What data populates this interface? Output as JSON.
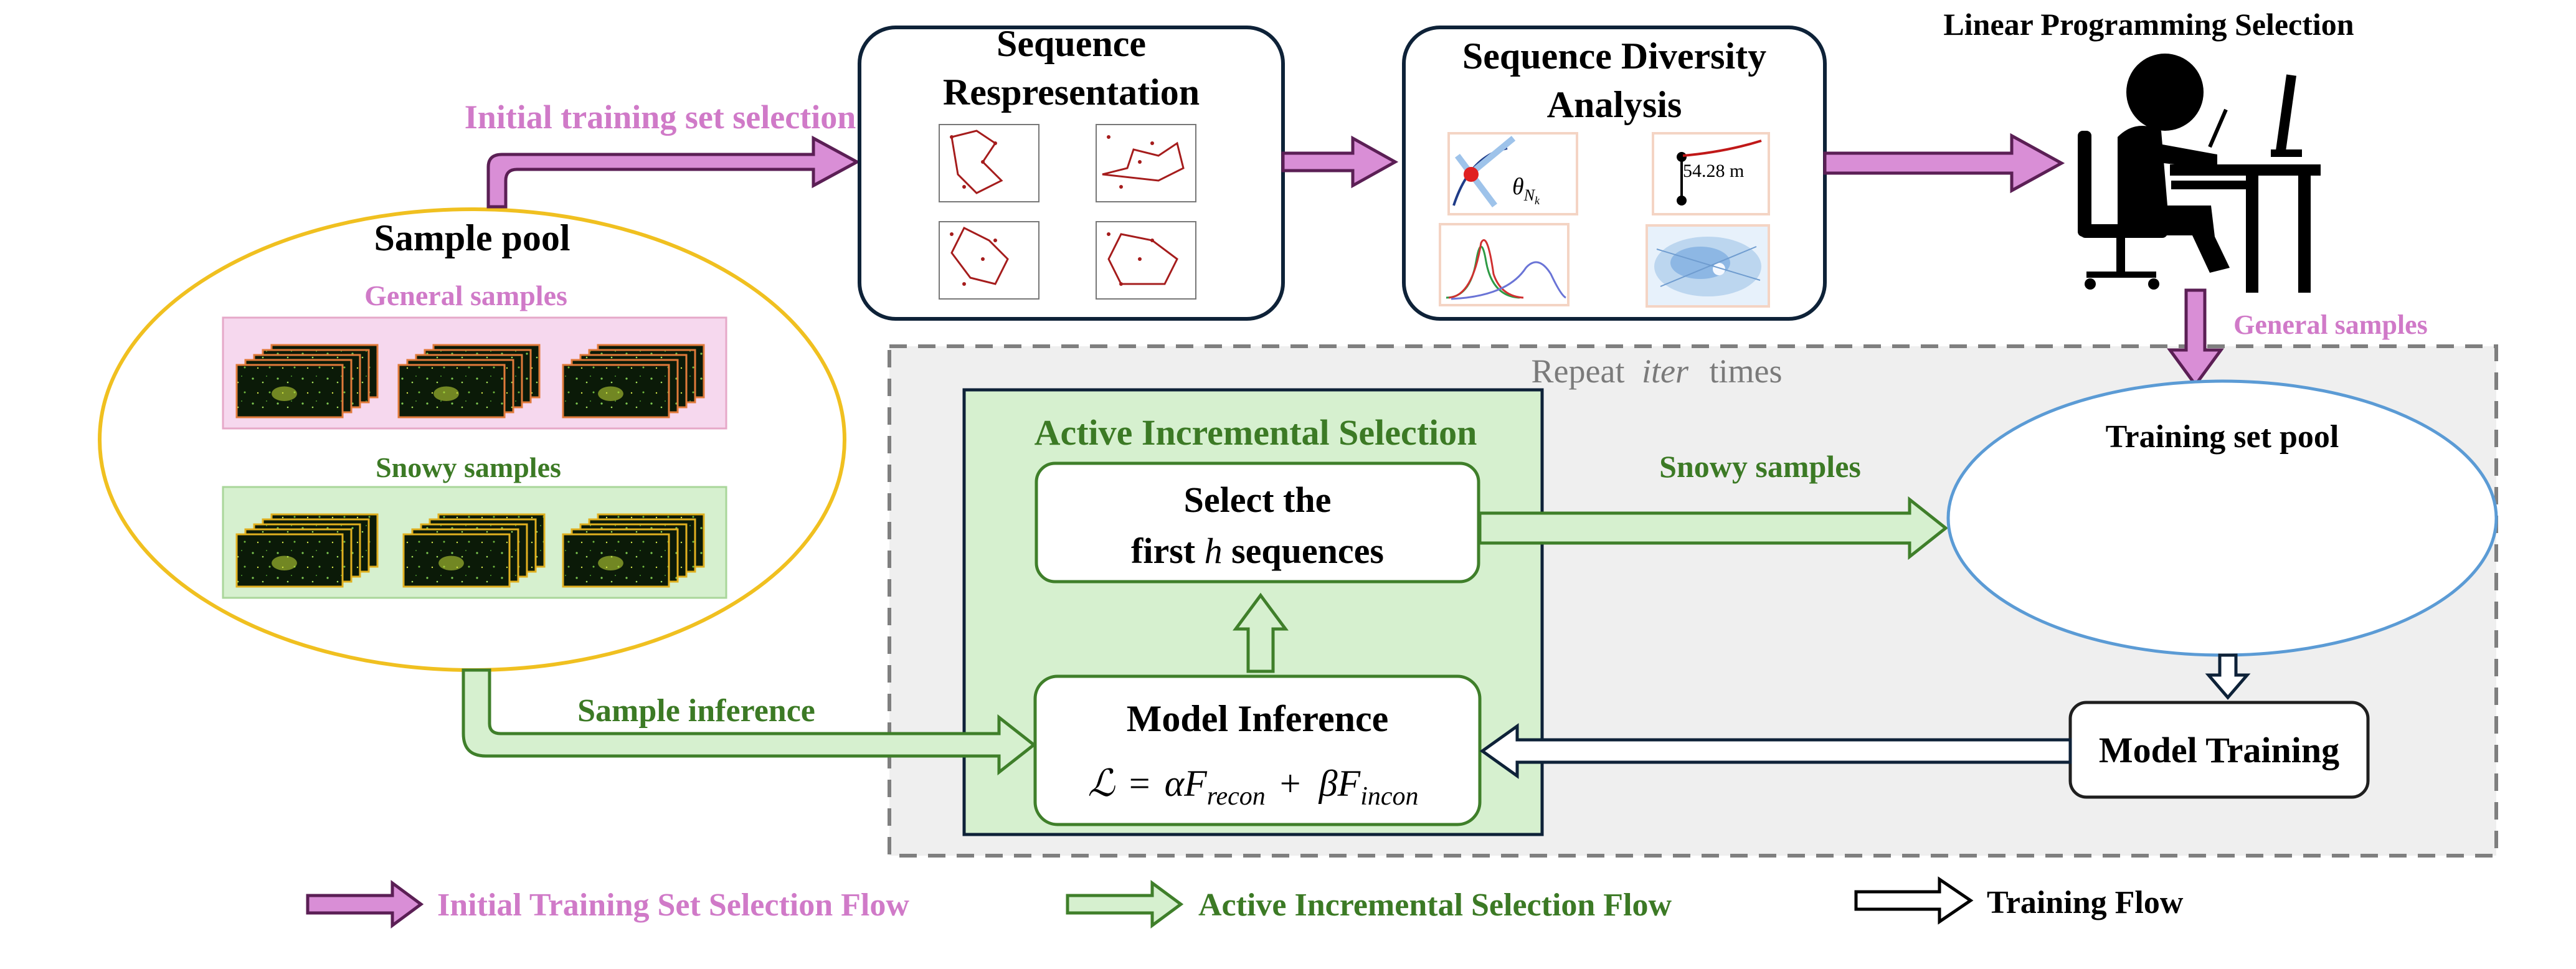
{
  "colors": {
    "pink_flow": "#d98ed6",
    "pink_text": "#d07ac8",
    "pink_border": "#5b1f55",
    "green_flow": "#d7f2cf",
    "green_border": "#3f7f2a",
    "green_text": "#3c7a25",
    "green_panel": "#d6f0cf",
    "navy": "#0e2238",
    "pool_border": "#f0c020",
    "train_pool_border": "#5b9bd5",
    "gray_dash": "#7f7f7f",
    "repeat_bg": "#efefef"
  },
  "icons": {
    "person": "person-at-desk-icon",
    "lidar": "lidar-frame-stack-icon",
    "route": "trajectory-plot-thumbnail"
  },
  "sample_pool": {
    "title": "Sample pool",
    "general_label": "General samples",
    "snowy_label": "Snowy samples"
  },
  "initial_selection_label": "Initial training set selection",
  "sequence_representation": {
    "title_line1": "Sequence",
    "title_line2": "Respresentation"
  },
  "sequence_diversity": {
    "title_line1": "Sequence Diversity",
    "title_line2": "Analysis",
    "theta_symbol": "θ",
    "theta_subscript": "N",
    "theta_subsub": "k",
    "distance_label": "54.28 m"
  },
  "linear_programming": {
    "title": "Linear Programming Selection"
  },
  "general_samples_arrow_label": "General samples",
  "repeat": {
    "text_before": "Repeat",
    "iter": "iter",
    "text_after": "times"
  },
  "active_incremental": {
    "title": "Active Incremental Selection",
    "select_line1": "Select the",
    "select_line2_prefix": "first",
    "select_h": "h",
    "select_line2_suffix": "sequences",
    "model_inference_title": "Model Inference",
    "formula_L": "ℒ",
    "formula_eq": "=",
    "formula_alpha": "α",
    "formula_F1": "F",
    "formula_sub1": "recon",
    "formula_plus": "+",
    "formula_beta": "β",
    "formula_F2": "F",
    "formula_sub2": "incon"
  },
  "snowy_samples_arrow_label": "Snowy samples",
  "sample_inference_label": "Sample inference",
  "training_set_pool": {
    "title": "Training set pool"
  },
  "model_training": {
    "title": "Model Training"
  },
  "legend": {
    "initial": "Initial Training Set Selection Flow",
    "active": "Active Incremental Selection Flow",
    "training": "Training Flow"
  }
}
